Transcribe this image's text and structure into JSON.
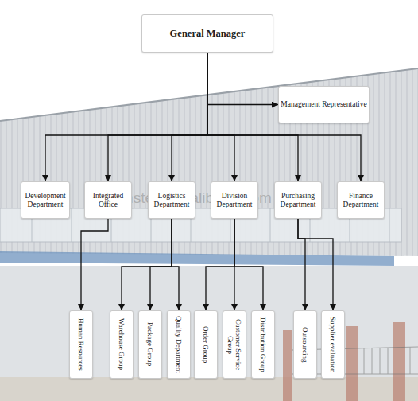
{
  "diagram": {
    "nodes": [
      {
        "text": [
          "General Manager"
        ]
      },
      {
        "text": [
          "Management Representative"
        ]
      },
      {
        "text": [
          "Development Department"
        ]
      },
      {
        "text": [
          "Integrated Office"
        ]
      },
      {
        "text": [
          "Logistics Department"
        ]
      },
      {
        "text": [
          "Division Department"
        ]
      },
      {
        "text": [
          "Purchasing Department"
        ]
      },
      {
        "text": [
          "Finance Department"
        ]
      },
      {
        "text": [
          "Human Resources"
        ]
      },
      {
        "text": [
          "Warehouse Group"
        ]
      },
      {
        "text": [
          "Package Group"
        ]
      },
      {
        "text": [
          "Quality Department"
        ]
      },
      {
        "text": [
          "Order Group"
        ]
      },
      {
        "text": [
          "Customer Service Group"
        ]
      },
      {
        "text": [
          "Distribution Group"
        ]
      },
      {
        "text": [
          "Outsourcing"
        ]
      },
      {
        "text": [
          "Supplier evaluation"
        ]
      }
    ],
    "edges": [
      {
        "from": 0,
        "to": 1,
        "arrow": "to"
      },
      {
        "from": 0,
        "to": 2,
        "arrow": "to"
      },
      {
        "from": 0,
        "to": 3,
        "arrow": "to"
      },
      {
        "from": 0,
        "to": 4,
        "arrow": "to"
      },
      {
        "from": 0,
        "to": 5,
        "arrow": "to"
      },
      {
        "from": 0,
        "to": 6,
        "arrow": "to"
      },
      {
        "from": 0,
        "to": 7,
        "arrow": "to"
      },
      {
        "from": 3,
        "to": 8,
        "arrow": "to"
      },
      {
        "from": 4,
        "to": 9,
        "arrow": "to"
      },
      {
        "from": 4,
        "to": 10,
        "arrow": "to"
      },
      {
        "from": 4,
        "to": 11,
        "arrow": "to"
      },
      {
        "from": 5,
        "to": 12,
        "arrow": "to"
      },
      {
        "from": 5,
        "to": 13,
        "arrow": "to"
      },
      {
        "from": 5,
        "to": 14,
        "arrow": "to"
      },
      {
        "from": 6,
        "to": 15,
        "arrow": "to"
      },
      {
        "from": 6,
        "to": 16,
        "arrow": "to"
      }
    ],
    "labels": [
      "tianjinsteel.en.alibaba.com"
    ]
  }
}
